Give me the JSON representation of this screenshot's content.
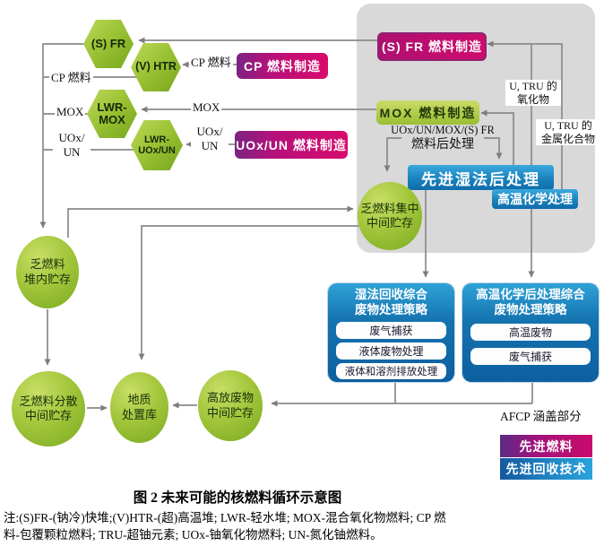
{
  "colors": {
    "advanced_fuel_magenta": "#c90c6c",
    "advanced_fuel_purple": "#7b2482",
    "recycle_blue": "#1573b0",
    "node_green": "#9cc335",
    "panel_gray": "#d9d9d9",
    "line_gray": "#7d7d7d"
  },
  "hexagons": {
    "sfr": "(S) FR",
    "vhtr": "(V) HTR",
    "lwr_mox_line1": "LWR-",
    "lwr_mox_line2": "MOX",
    "lwr_uox_line1": "LWR-",
    "lwr_uox_line2": "UOx/UN"
  },
  "fab": {
    "cp": "CP 燃料制造",
    "uox": "UOx/UN 燃料制造",
    "sfr": "(S) FR 燃料制造",
    "mox": "MOX 燃料制造"
  },
  "process": {
    "wet": "先进湿法后处理",
    "pyro": "高温化学处理"
  },
  "storage": {
    "collect_line1": "乏燃料集中",
    "collect_line2": "中间贮存",
    "reactor_line1": "乏燃料",
    "reactor_line2": "堆内贮存",
    "dispersed_line1": "乏燃料分散",
    "dispersed_line2": "中间贮存",
    "geo_line1": "地质",
    "geo_line2": "处置库",
    "hlw_line1": "高放废物",
    "hlw_line2": "中间贮存"
  },
  "edge_labels": {
    "cp_left": "CP 燃料",
    "mox_left": "MOX",
    "uox_left_line1": "UOx/",
    "uox_left_line2": "UN",
    "cp_mid": "CP 燃料",
    "mox_mid": "MOX",
    "uox_mid_line1": "UOx/",
    "uox_mid_line2": "UN",
    "reproc_line1": "UOx/UN/MOX/(S) FR",
    "reproc_line2": "燃料后处理",
    "oxide_line1": "U, TRU 的",
    "oxide_line2": "氧化物",
    "metal_line1": "U, TRU 的",
    "metal_line2": "金属化合物"
  },
  "waste_wet": {
    "title_line1": "湿法回收综合",
    "title_line2": "废物处理策略",
    "items": [
      "废气捕获",
      "液体废物处理",
      "液体和溶剂排放处理"
    ]
  },
  "waste_pyro": {
    "title_line1": "高温化学后处理综合",
    "title_line2": "废物处理策略",
    "items": [
      "高温废物",
      "废气捕获"
    ]
  },
  "legend": {
    "heading": "AFCP 涵盖部分",
    "fuel": "先进燃料",
    "recycle": "先进回收技术"
  },
  "caption": "图 2 未来可能的核燃料循环示意图",
  "notes_line1": "注:(S)FR-(钠冷)快堆;(V)HTR-(超)高温堆; LWR-轻水堆; MOX-混合氧化物燃料; CP 燃",
  "notes_line2": "料-包覆颗粒燃料; TRU-超铀元素; UOx-铀氧化物燃料; UN-氮化铀燃料。"
}
